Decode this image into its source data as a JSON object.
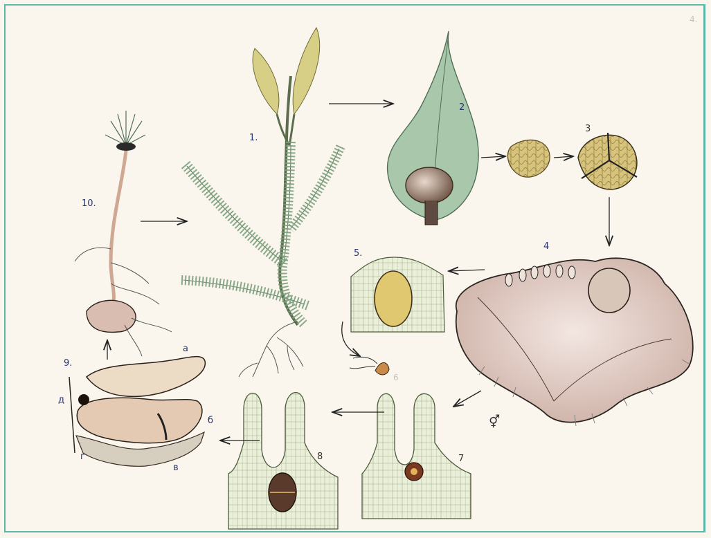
{
  "sheet": {
    "page_number": "4."
  },
  "stages": [
    {
      "label": "1."
    },
    {
      "label": "2"
    },
    {
      "label": "3"
    },
    {
      "label": "4"
    },
    {
      "label": "5."
    },
    {
      "label": "6"
    },
    {
      "label": "7"
    },
    {
      "label": "8"
    },
    {
      "label": "9."
    },
    {
      "label": "10."
    }
  ],
  "part_labels": {
    "a": "a",
    "b": "б",
    "v": "в",
    "g": "г",
    "d": "д"
  },
  "symbols": {
    "bisexual": "⚥"
  },
  "colors": {
    "frame": "#5cb8a8",
    "paper": "#faf6ee",
    "leaf_green": "#7a9a7a",
    "spore_yellow": "#d8c880",
    "tissue_pink": "#e6d2c8",
    "ink": "#222222",
    "label_blue": "#2a3470"
  }
}
